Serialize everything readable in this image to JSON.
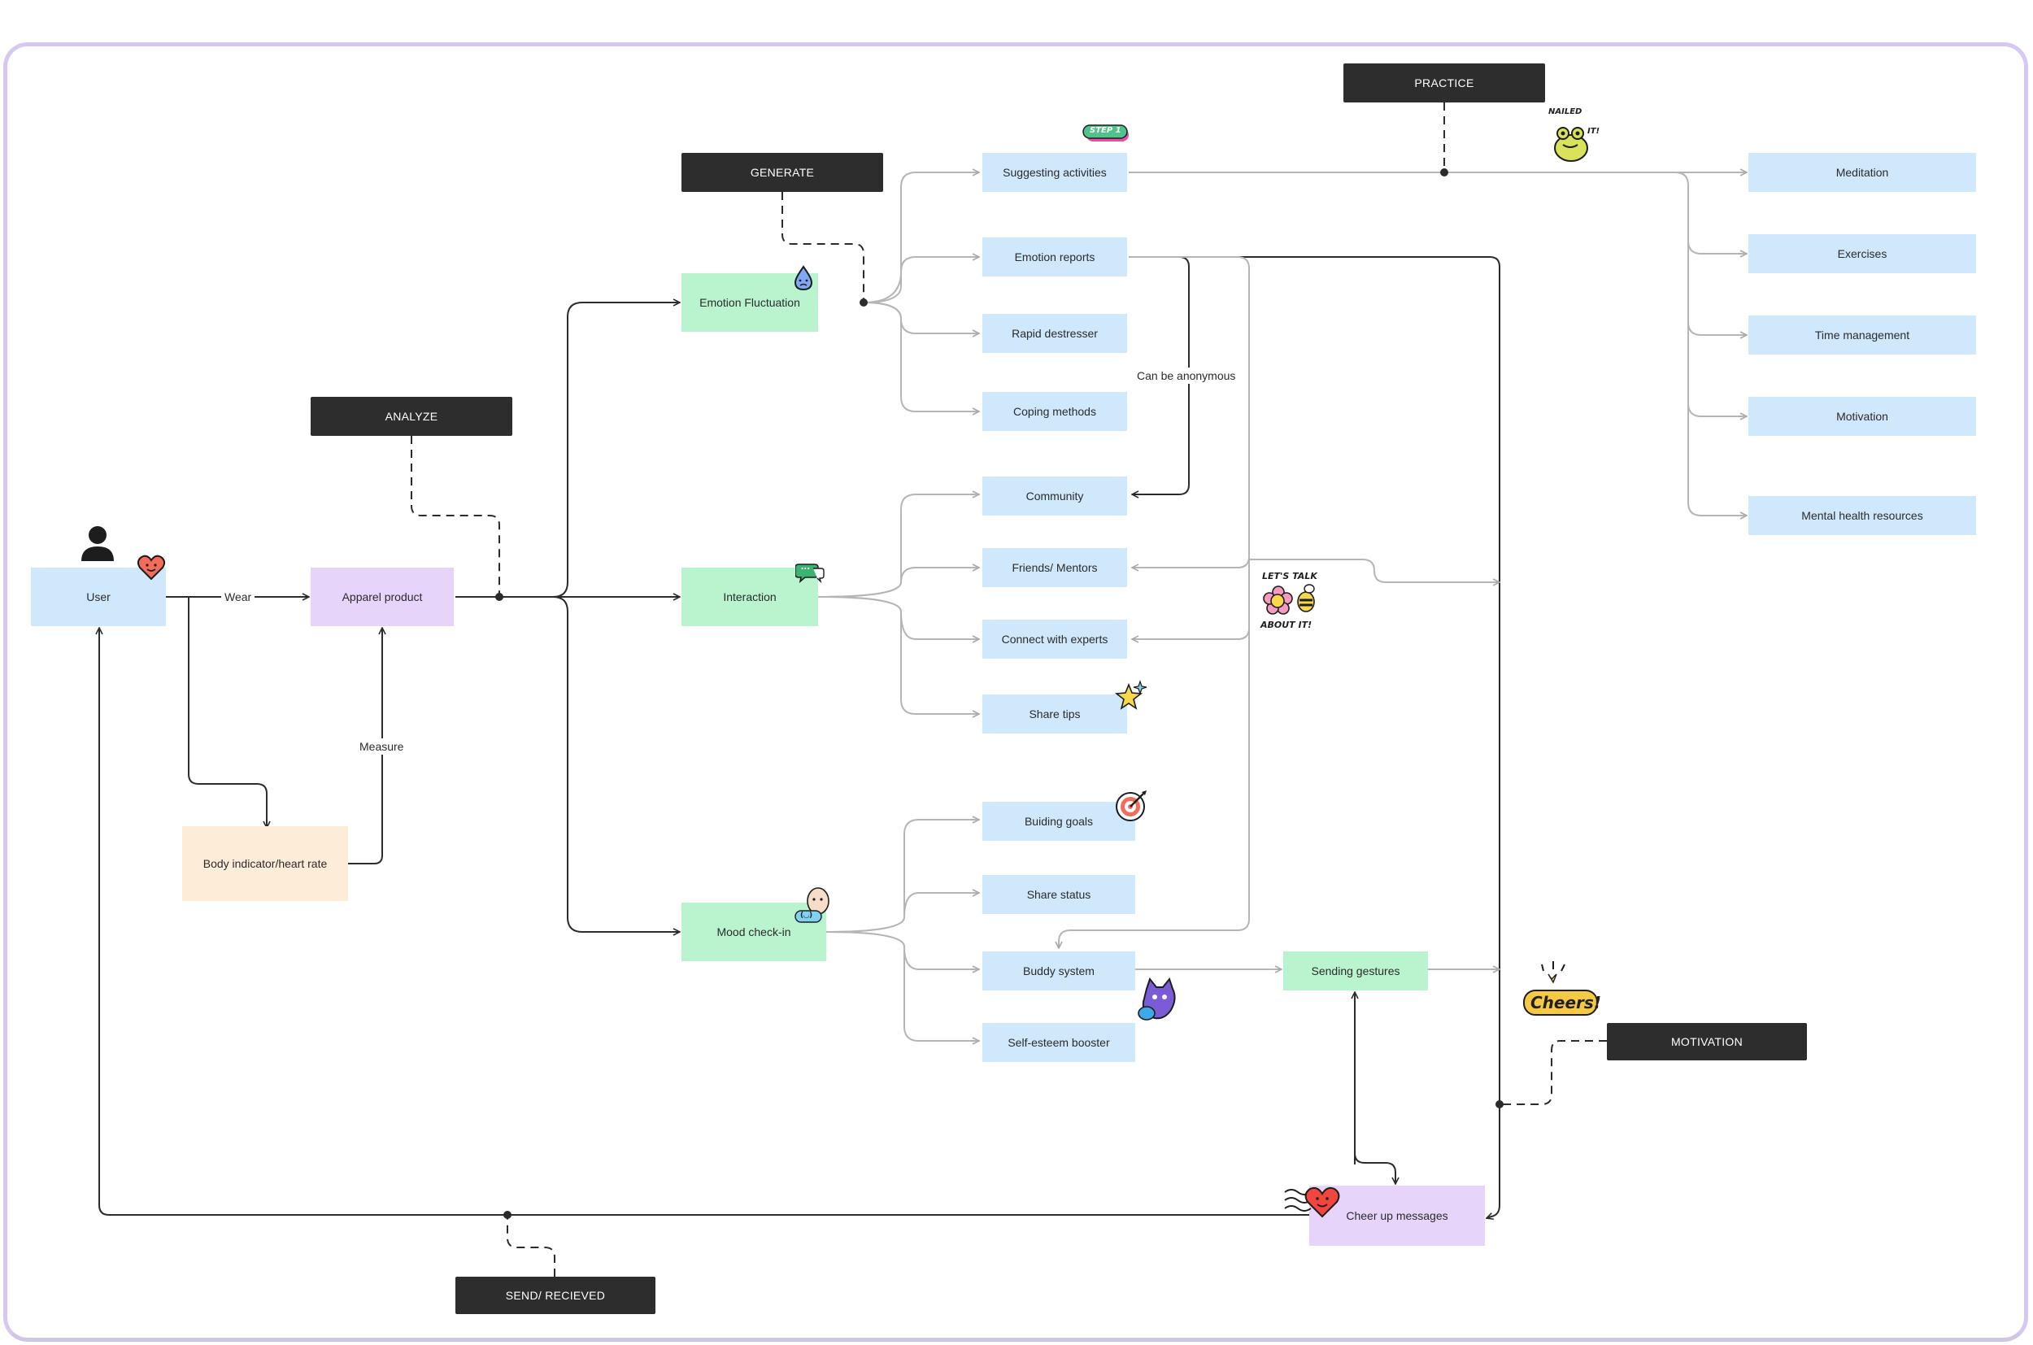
{
  "nodes": {
    "user": "User",
    "apparel": "Apparel product",
    "body": "Body indicator/heart rate",
    "emotion": "Emotion Fluctuation",
    "interaction": "Interaction",
    "mood": "Mood check-in",
    "suggest": "Suggesting activities",
    "reports": "Emotion reports",
    "rapid": "Rapid destresser",
    "coping": "Coping methods",
    "community": "Community",
    "friends": "Friends/ Mentors",
    "experts": "Connect with experts",
    "tips": "Share tips",
    "goals": "Buiding goals",
    "status": "Share status",
    "buddy": "Buddy system",
    "esteem": "Self-esteem booster",
    "gestures": "Sending gestures",
    "cheer": "Cheer up messages",
    "meditation": "Meditation",
    "exercises": "Exercises",
    "time": "Time management",
    "motivation_node": "Motivation",
    "mental": "Mental health resources"
  },
  "tags": {
    "practice": "PRACTICE",
    "generate": "GENERATE",
    "analyze": "ANALYZE",
    "motivation": "MOTIVATION",
    "send": "SEND/ RECIEVED"
  },
  "edge_labels": {
    "wear": "Wear",
    "measure": "Measure",
    "anonymous": "Can be anonymous"
  },
  "stickers": {
    "step": "STEP 1",
    "nailed_1": "NAILED",
    "nailed_2": "IT!",
    "talk_1": "LET'S TALK",
    "talk_2": "ABOUT IT!",
    "cheers": "Cheers!",
    "chat": "...",
    "mood_badge": "(◡)"
  },
  "colors": {
    "node_blue": "#cfe8fc",
    "node_green": "#b9f4cf",
    "node_purple": "#e7d4fb",
    "node_peach": "#fdecd8",
    "tag_dark": "#2d2d2d",
    "frame": "#d7c8f3",
    "wire_dark": "#2b2b2b",
    "wire_light": "#b5b5b5"
  }
}
